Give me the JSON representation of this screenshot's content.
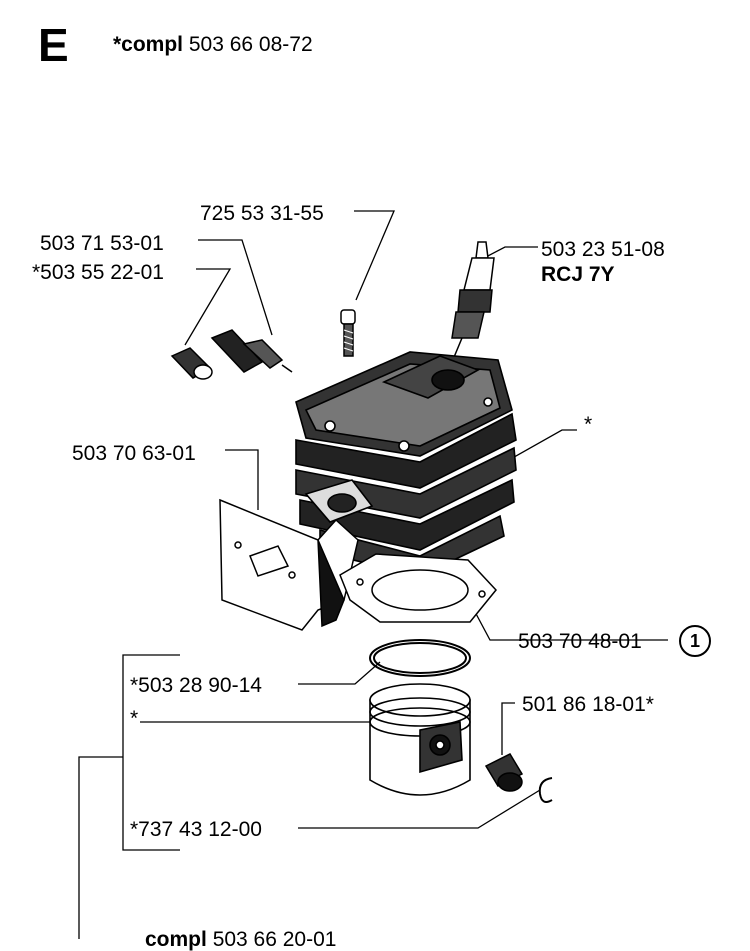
{
  "header": {
    "section_letter": "E",
    "compl_prefix": "*compl",
    "compl_number": "503 66 08-72"
  },
  "callouts": {
    "screw": "725 53 31-55",
    "decomp_valve": "503 71 53-01",
    "valve_fitting": "*503 55 22-01",
    "spark_plug_number": "503 23 51-08",
    "spark_plug_type": "RCJ 7Y",
    "cylinder": "*",
    "gasket_intake": "503 70 63-01",
    "base_gasket": "503 70 48-01",
    "base_gasket_note": "1",
    "piston_ring": "*503 28 90-14",
    "piston": "*",
    "needle_bearing": "501 86 18-01*",
    "circlip": "*737 43 12-00"
  },
  "footer": {
    "compl_prefix": "compl",
    "compl_number": "503 66 20-01"
  }
}
